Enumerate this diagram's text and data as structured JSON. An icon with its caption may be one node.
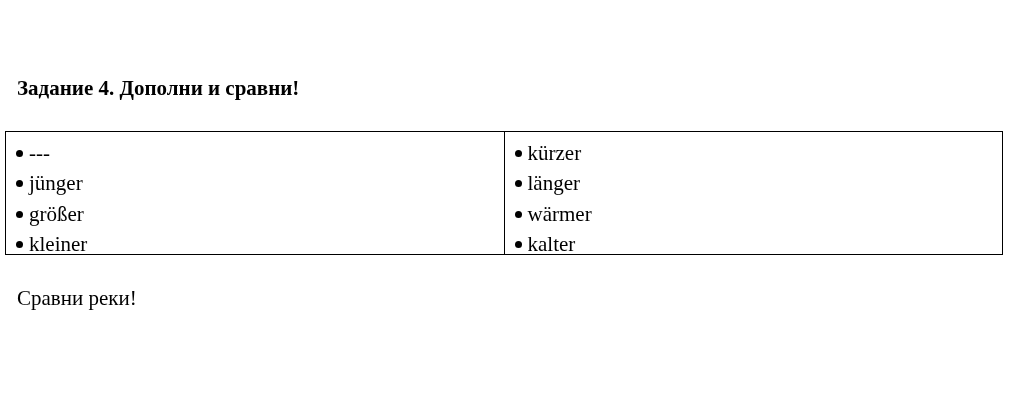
{
  "diagram": {
    "title": "Задание 4. Дополни и сравни!",
    "labels": [
      "---",
      "jünger",
      "größer",
      "kleiner",
      "kürzer",
      "länger",
      "wärmer",
      "kalter",
      "Сравни реки!"
    ]
  }
}
